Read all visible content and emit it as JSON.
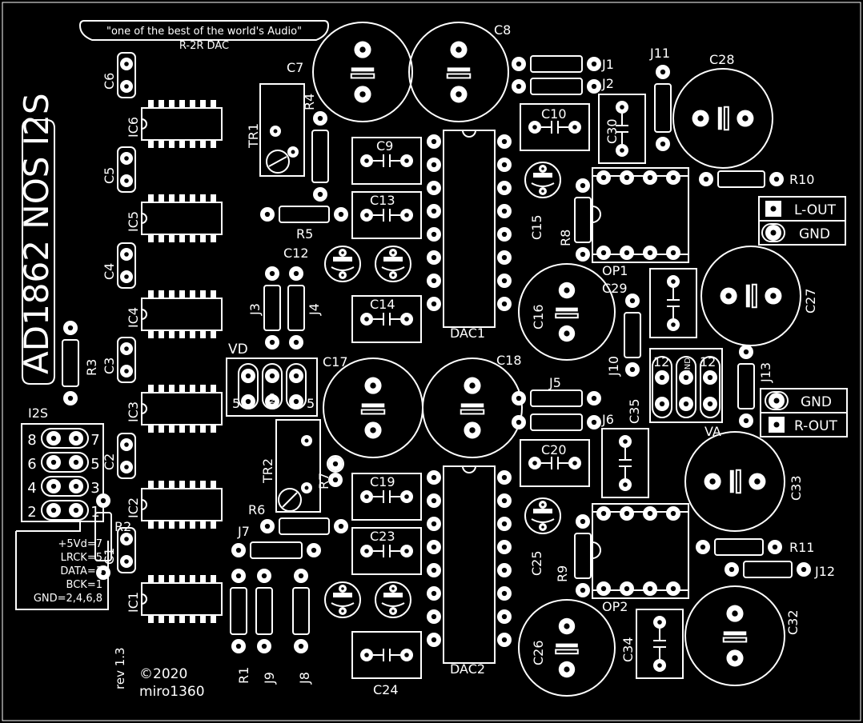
{
  "board": {
    "title": "AD1862 NOS I2S",
    "banner_quote": "\"one of the best of the world's Audio\"",
    "banner_sub": "R-2R DAC",
    "revision": "rev 1.3",
    "copyright": "©2020",
    "author": "miro1360"
  },
  "i2s_header": {
    "label": "I2S",
    "pins": [
      "8",
      "7",
      "6",
      "5",
      "4",
      "3",
      "2",
      "1"
    ],
    "legend": [
      "+5Vd=7",
      "LRCK=5",
      "DATA=3",
      "BCK=1",
      "GND=2,4,6,8"
    ]
  },
  "connectors": {
    "vd_label": "VD",
    "vd_pins": [
      "5",
      "GND",
      "5"
    ],
    "va_label": "VA",
    "va_pins": [
      "12",
      "GND",
      "12"
    ],
    "l_out": "L-OUT",
    "l_gnd": "GND",
    "r_gnd": "GND",
    "r_out": "R-OUT"
  },
  "refdes": {
    "C1": "C1",
    "C2": "C2",
    "C3": "C3",
    "C4": "C4",
    "C5": "C5",
    "C6": "C6",
    "IC1": "IC1",
    "IC2": "IC2",
    "IC3": "IC3",
    "IC4": "IC4",
    "IC5": "IC5",
    "IC6": "IC6",
    "C7": "C7",
    "C8": "C8",
    "C9": "C9",
    "C10": "C10",
    "C12": "C12",
    "C13": "C13",
    "C14": "C14",
    "C15": "C15",
    "C16": "C16",
    "C17": "C17",
    "C18": "C18",
    "C19": "C19",
    "C20": "C20",
    "C23": "C23",
    "C24": "C24",
    "C25": "C25",
    "C26": "C26",
    "C27": "C27",
    "C28": "C28",
    "C29": "C29",
    "C30": "C30",
    "C32": "C32",
    "C33": "C33",
    "C34": "C34",
    "C35": "C35",
    "R1": "R1",
    "R2": "R2",
    "R3": "R3",
    "R4": "R4",
    "R5": "R5",
    "R6": "R6",
    "R7": "R7",
    "R8": "R8",
    "R9": "R9",
    "R10": "R10",
    "R11": "R11",
    "J1": "J1",
    "J2": "J2",
    "J3": "J3",
    "J4": "J4",
    "J5": "J5",
    "J6": "J6",
    "J7": "J7",
    "J8": "J8",
    "J9": "J9",
    "J10": "J10",
    "J11": "J11",
    "J12": "J12",
    "J13": "J13",
    "TR1": "TR1",
    "TR2": "TR2",
    "DAC1": "DAC1",
    "DAC2": "DAC2",
    "OP1": "OP1",
    "OP2": "OP2"
  }
}
